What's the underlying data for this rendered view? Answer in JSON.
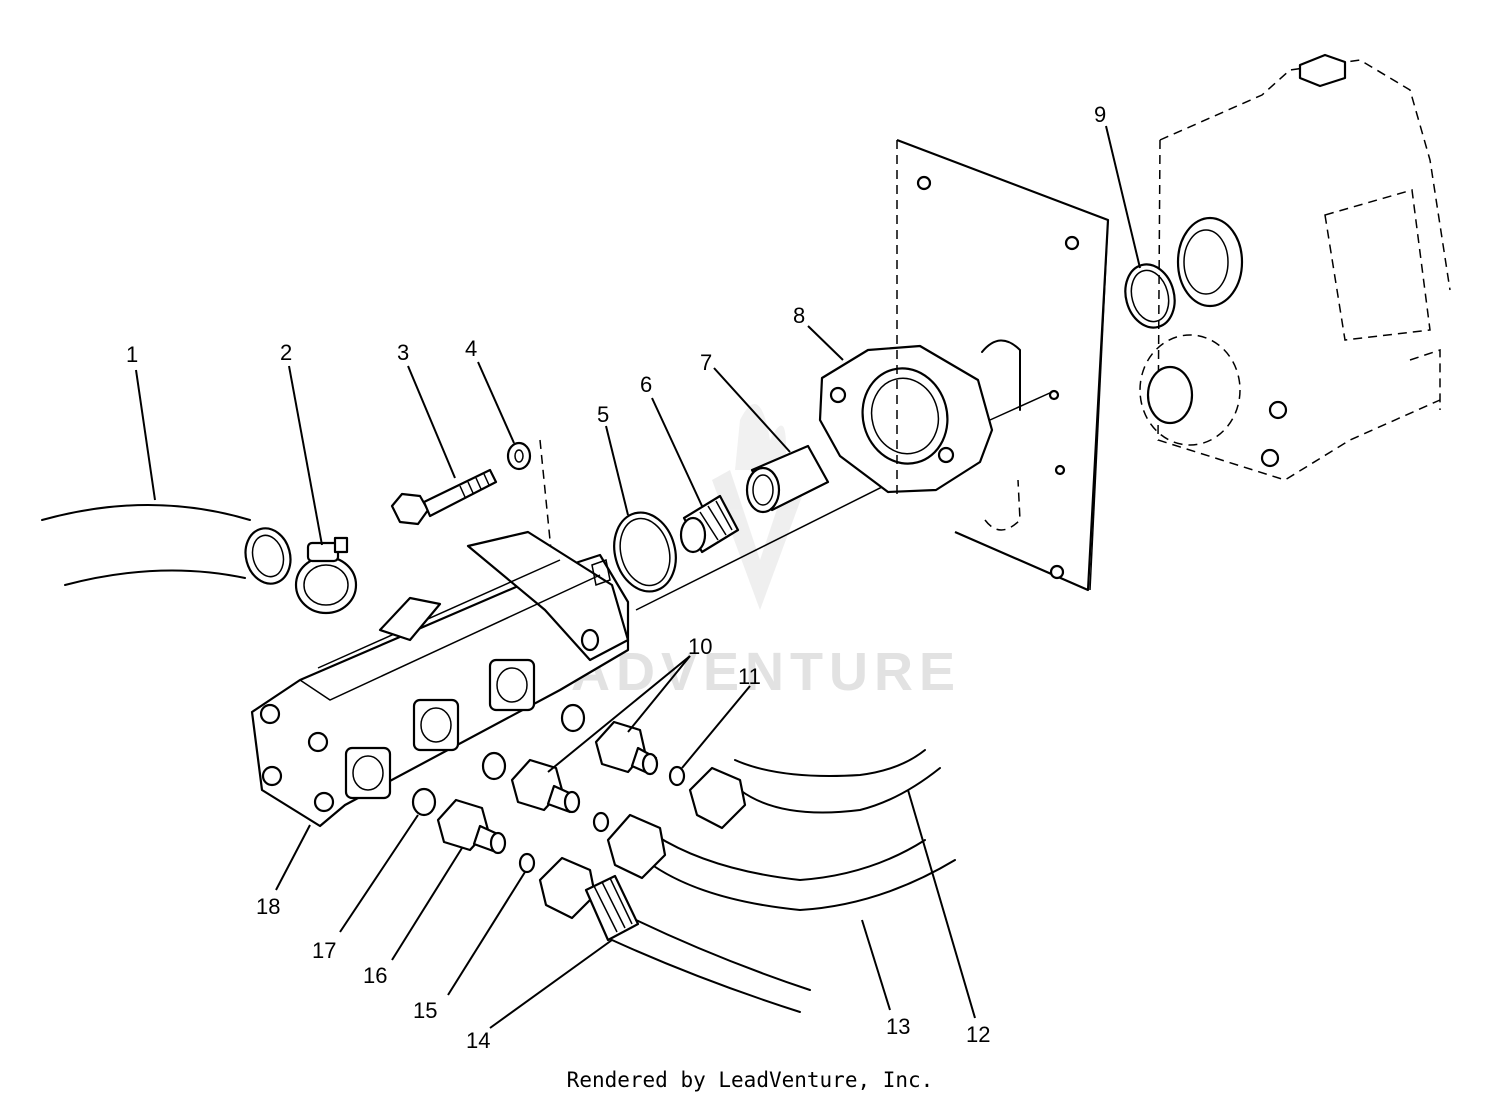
{
  "diagram": {
    "watermark_text": "LEADVENTURE",
    "callouts": [
      "1",
      "2",
      "3",
      "4",
      "5",
      "6",
      "7",
      "8",
      "9",
      "10",
      "11",
      "12",
      "13",
      "14",
      "15",
      "16",
      "17",
      "18"
    ],
    "footer": "Rendered by LeadVenture, Inc."
  }
}
